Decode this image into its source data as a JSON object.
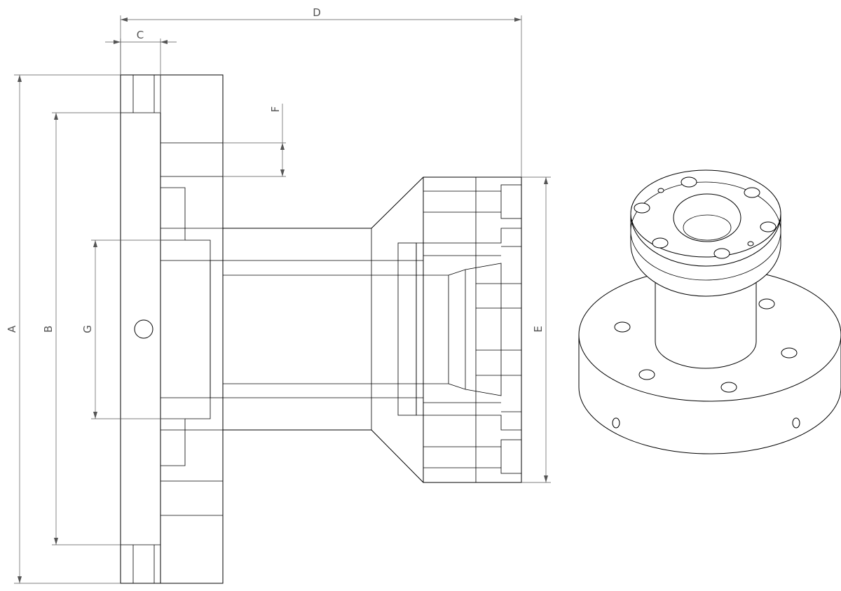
{
  "dimensions": {
    "A": "A",
    "B": "B",
    "C": "C",
    "D": "D",
    "E": "E",
    "F": "F",
    "G": "G"
  },
  "colors": {
    "line": "#000000",
    "dimension": "#555555",
    "background": "#ffffff"
  }
}
